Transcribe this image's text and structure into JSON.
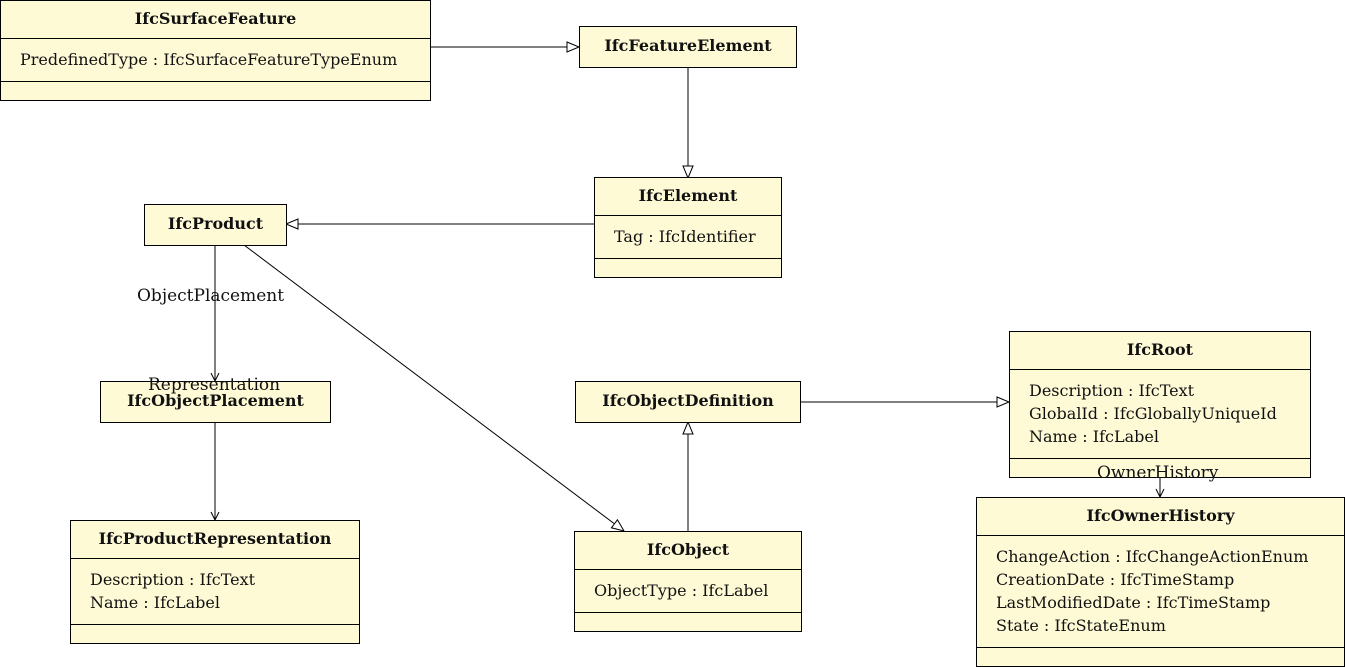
{
  "classes": {
    "surface_feature": {
      "name": "IfcSurfaceFeature",
      "attrs": [
        "PredefinedType : IfcSurfaceFeatureTypeEnum"
      ]
    },
    "feature_element": {
      "name": "IfcFeatureElement"
    },
    "element": {
      "name": "IfcElement",
      "attrs": [
        "Tag : IfcIdentifier"
      ]
    },
    "product": {
      "name": "IfcProduct"
    },
    "object_placement": {
      "name": "IfcObjectPlacement"
    },
    "product_representation": {
      "name": "IfcProductRepresentation",
      "attrs": [
        "Description : IfcText",
        "Name : IfcLabel"
      ]
    },
    "object_definition": {
      "name": "IfcObjectDefinition"
    },
    "object": {
      "name": "IfcObject",
      "attrs": [
        "ObjectType : IfcLabel"
      ]
    },
    "root": {
      "name": "IfcRoot",
      "attrs": [
        "Description : IfcText",
        "GlobalId : IfcGloballyUniqueId",
        "Name : IfcLabel"
      ]
    },
    "owner_history": {
      "name": "IfcOwnerHistory",
      "attrs": [
        "ChangeAction : IfcChangeActionEnum",
        "CreationDate : IfcTimeStamp",
        "LastModifiedDate : IfcTimeStamp",
        "State : IfcStateEnum"
      ]
    }
  },
  "associations": {
    "object_placement": "ObjectPlacement",
    "representation": "Representation",
    "owner_history": "OwnerHistory"
  },
  "colors": {
    "box_fill": "#fffad6",
    "line": "#000000"
  }
}
